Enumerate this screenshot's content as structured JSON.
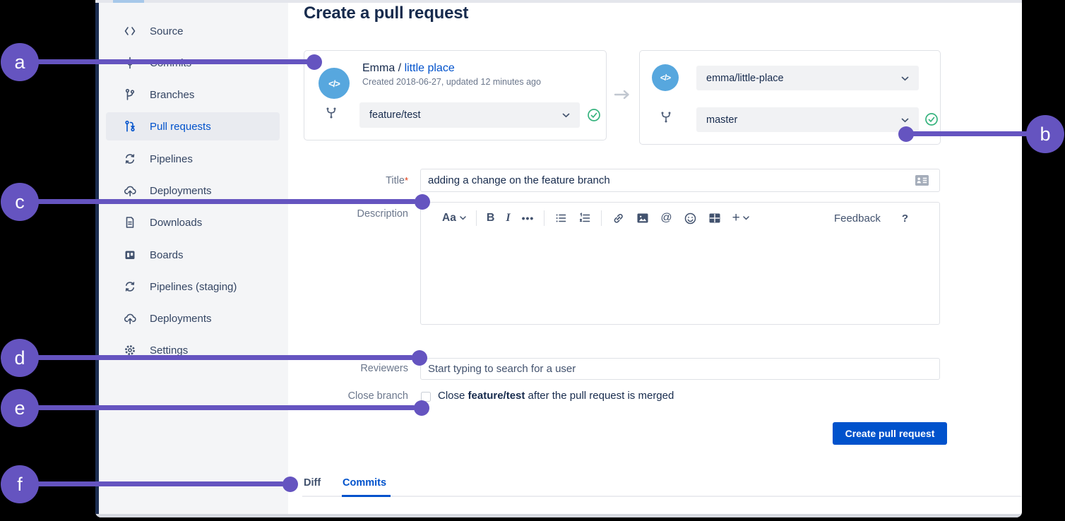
{
  "header": {
    "title": "Create a pull request"
  },
  "sidebar": {
    "items": [
      {
        "label": "Source",
        "icon": "code-icon"
      },
      {
        "label": "Commits",
        "icon": "commit-icon"
      },
      {
        "label": "Branches",
        "icon": "branches-icon"
      },
      {
        "label": "Pull requests",
        "icon": "pull-request-icon",
        "selected": true
      },
      {
        "label": "Pipelines",
        "icon": "pipelines-icon"
      },
      {
        "label": "Deployments",
        "icon": "deployments-icon"
      },
      {
        "label": "Downloads",
        "icon": "downloads-icon"
      },
      {
        "label": "Boards",
        "icon": "boards-icon"
      },
      {
        "label": "Pipelines (staging)",
        "icon": "pipelines-icon"
      },
      {
        "label": "Deployments",
        "icon": "deployments-icon"
      },
      {
        "label": "Settings",
        "icon": "settings-icon"
      }
    ]
  },
  "source_card": {
    "owner": "Emma ",
    "separator": "/ ",
    "repo_link": "little place",
    "meta": "Created 2018-06-27, updated 12 minutes ago",
    "branch_selected": "feature/test"
  },
  "destination_card": {
    "repo_selected": "emma/little-place",
    "branch_selected": "master"
  },
  "form": {
    "title_label": "Title",
    "required_marker": "*",
    "title_value": "adding a change on the feature branch",
    "description_label": "Description",
    "reviewers_label": "Reviewers",
    "reviewers_placeholder": "Start typing to search for a user",
    "close_branch_label": "Close branch",
    "close_text_prefix": "Close ",
    "close_text_branch": "feature/test",
    "close_text_suffix": " after the pull request is merged",
    "submit_label": "Create pull request"
  },
  "editor": {
    "text_style_label": "Aa",
    "bold_label": "B",
    "italic_label": "I",
    "more_label": "•••",
    "mention_label": "@",
    "plus_label": "+",
    "feedback_label": "Feedback",
    "help_label": "?"
  },
  "tabs": {
    "items": [
      {
        "label": "Diff"
      },
      {
        "label": "Commits",
        "active": true
      }
    ]
  },
  "annotations": {
    "letters": [
      "a",
      "b",
      "c",
      "d",
      "e",
      "f"
    ]
  },
  "icons": {
    "code_glyph": "</>"
  },
  "colors": {
    "accent_blue": "#0052CC",
    "annotation_purple": "#6554C0",
    "success_green": "#36B37E",
    "avatar_blue": "#57A7DE",
    "sidebar_bg": "#f4f5f7"
  }
}
